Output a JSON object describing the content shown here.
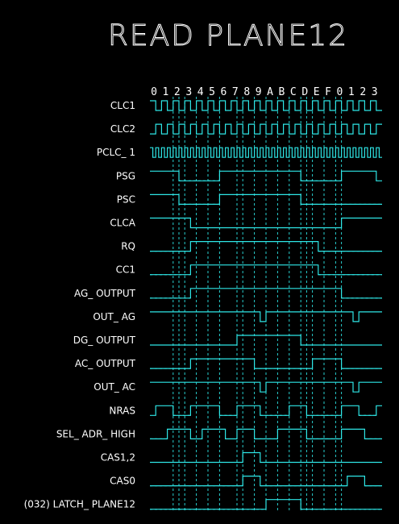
{
  "title": "READ PLANE12",
  "ticks": [
    "0",
    "1",
    "2",
    "3",
    "4",
    "5",
    "6",
    "7",
    "8",
    "9",
    "A",
    "B",
    "C",
    "D",
    "E",
    "F",
    "0",
    "1",
    "2",
    "3"
  ],
  "colors": {
    "wave": "#2ee6e6",
    "text": "#ffffff",
    "background": "#000000"
  },
  "signals": [
    {
      "name": "CLC1",
      "wave": [
        1,
        0,
        1,
        0,
        1,
        0,
        1,
        0,
        1,
        0,
        1,
        0,
        1,
        0,
        1,
        0,
        1,
        0,
        1,
        0,
        1,
        0,
        1,
        0,
        1,
        0,
        1,
        0,
        1,
        0,
        1,
        0,
        1,
        0,
        1,
        0,
        1,
        0,
        1,
        0
      ]
    },
    {
      "name": "CLC2",
      "wave": [
        0,
        1,
        0,
        1,
        0,
        1,
        0,
        1,
        0,
        1,
        0,
        1,
        0,
        1,
        0,
        1,
        0,
        1,
        0,
        1,
        0,
        1,
        0,
        1,
        0,
        1,
        0,
        1,
        0,
        1,
        0,
        1,
        0,
        1,
        0,
        1,
        0,
        1,
        0,
        1
      ]
    },
    {
      "name": "PCLC_ 1",
      "wave": "pclk"
    },
    {
      "name": "PSG",
      "wave": [
        1,
        1,
        1,
        1,
        1,
        0,
        0,
        0,
        0,
        0,
        0,
        0,
        1,
        1,
        1,
        1,
        1,
        1,
        1,
        1,
        1,
        1,
        1,
        1,
        1,
        1,
        0,
        0,
        0,
        0,
        0,
        0,
        0,
        1,
        1,
        1,
        1,
        1,
        1,
        0
      ]
    },
    {
      "name": "PSC",
      "wave": [
        1,
        1,
        1,
        1,
        1,
        0,
        0,
        0,
        0,
        0,
        0,
        0,
        1,
        1,
        1,
        1,
        1,
        1,
        1,
        1,
        1,
        1,
        1,
        1,
        1,
        1,
        0,
        0,
        0,
        0,
        0,
        0,
        0,
        0,
        0,
        0,
        0,
        0,
        0,
        0
      ]
    },
    {
      "name": "CLCA",
      "wave": [
        1,
        1,
        1,
        1,
        1,
        1,
        1,
        0,
        0,
        0,
        0,
        0,
        0,
        0,
        0,
        0,
        0,
        0,
        0,
        0,
        0,
        0,
        0,
        0,
        0,
        0,
        0,
        0,
        0,
        0,
        0,
        0,
        0,
        1,
        1,
        1,
        1,
        1,
        1,
        1
      ]
    },
    {
      "name": "RQ",
      "wave": [
        0,
        0,
        0,
        0,
        0,
        0,
        0,
        1,
        1,
        1,
        1,
        1,
        1,
        1,
        1,
        1,
        1,
        1,
        1,
        1,
        1,
        1,
        1,
        1,
        1,
        1,
        1,
        1,
        1,
        0,
        0,
        0,
        0,
        0,
        0,
        0,
        0,
        0,
        0,
        0
      ]
    },
    {
      "name": "CC1",
      "wave": [
        0,
        0,
        0,
        0,
        0,
        0,
        0,
        1,
        1,
        1,
        1,
        1,
        1,
        1,
        1,
        1,
        1,
        1,
        1,
        1,
        1,
        1,
        1,
        1,
        1,
        1,
        1,
        1,
        1,
        0,
        0,
        0,
        0,
        0,
        0,
        0,
        0,
        0,
        0,
        0
      ]
    },
    {
      "name": "AG_ OUTPUT",
      "wave": [
        0,
        0,
        0,
        0,
        0,
        0,
        0,
        1,
        1,
        1,
        1,
        1,
        1,
        1,
        1,
        1,
        1,
        1,
        1,
        1,
        1,
        1,
        1,
        1,
        1,
        1,
        1,
        1,
        1,
        1,
        1,
        1,
        1,
        0,
        0,
        0,
        0,
        0,
        0,
        0
      ]
    },
    {
      "name": "OUT_ AG",
      "wave": [
        1,
        1,
        1,
        1,
        1,
        1,
        1,
        1,
        1,
        1,
        1,
        1,
        1,
        1,
        1,
        1,
        1,
        1,
        1,
        0,
        1,
        1,
        1,
        1,
        1,
        1,
        1,
        1,
        1,
        1,
        1,
        1,
        1,
        1,
        1,
        0,
        1,
        1,
        1,
        1
      ]
    },
    {
      "name": "DG_ OUTPUT",
      "wave": [
        0,
        0,
        0,
        0,
        0,
        0,
        0,
        0,
        0,
        0,
        0,
        0,
        0,
        0,
        0,
        1,
        1,
        1,
        1,
        1,
        1,
        1,
        1,
        1,
        1,
        1,
        0,
        0,
        0,
        0,
        0,
        0,
        0,
        0,
        0,
        0,
        0,
        0,
        0,
        0
      ]
    },
    {
      "name": "AC_ OUTPUT",
      "wave": [
        0,
        0,
        0,
        0,
        0,
        0,
        0,
        1,
        1,
        1,
        1,
        1,
        1,
        1,
        1,
        1,
        1,
        1,
        0,
        0,
        0,
        0,
        0,
        0,
        0,
        0,
        0,
        0,
        1,
        1,
        1,
        1,
        1,
        0,
        0,
        0,
        0,
        0,
        0,
        0
      ]
    },
    {
      "name": "OUT_ AC",
      "wave": [
        1,
        1,
        1,
        1,
        1,
        1,
        1,
        1,
        1,
        1,
        1,
        1,
        1,
        1,
        1,
        1,
        1,
        1,
        1,
        0,
        1,
        1,
        1,
        1,
        1,
        1,
        1,
        1,
        1,
        1,
        1,
        1,
        1,
        1,
        1,
        0,
        1,
        1,
        1,
        1
      ]
    },
    {
      "name": "NRAS",
      "wave": [
        0,
        1,
        1,
        1,
        0,
        0,
        0,
        1,
        1,
        1,
        1,
        1,
        0,
        0,
        0,
        1,
        1,
        1,
        1,
        0,
        0,
        0,
        0,
        0,
        1,
        1,
        1,
        0,
        0,
        0,
        0,
        0,
        0,
        1,
        1,
        1,
        0,
        0,
        0,
        1
      ]
    },
    {
      "name": "SEL_ ADR_ HIGH",
      "wave": [
        0,
        0,
        0,
        1,
        1,
        1,
        1,
        0,
        0,
        1,
        1,
        1,
        1,
        0,
        0,
        1,
        1,
        1,
        0,
        0,
        0,
        0,
        1,
        1,
        1,
        1,
        1,
        0,
        0,
        0,
        0,
        0,
        0,
        1,
        1,
        1,
        1,
        0,
        0,
        0
      ]
    },
    {
      "name": "CAS1,2",
      "wave": [
        0,
        0,
        0,
        0,
        0,
        0,
        0,
        0,
        0,
        0,
        0,
        0,
        0,
        0,
        0,
        0,
        1,
        1,
        1,
        0,
        0,
        0,
        0,
        0,
        0,
        0,
        0,
        0,
        0,
        0,
        0,
        0,
        0,
        0,
        0,
        0,
        0,
        0,
        0,
        0
      ]
    },
    {
      "name": "CAS0",
      "wave": [
        0,
        0,
        0,
        0,
        0,
        0,
        0,
        0,
        0,
        0,
        0,
        0,
        0,
        0,
        0,
        0,
        1,
        1,
        1,
        0,
        0,
        0,
        0,
        0,
        0,
        0,
        0,
        0,
        0,
        0,
        0,
        0,
        0,
        0,
        1,
        1,
        1,
        0,
        0,
        0
      ]
    },
    {
      "name": "(032) LATCH_ PLANE12",
      "wave": [
        0,
        0,
        0,
        0,
        0,
        0,
        0,
        0,
        0,
        0,
        0,
        0,
        0,
        0,
        0,
        0,
        0,
        0,
        0,
        0,
        1,
        1,
        1,
        1,
        1,
        1,
        0,
        0,
        0,
        0,
        0,
        0,
        0,
        0,
        0,
        0,
        0,
        0,
        0,
        0
      ]
    }
  ],
  "guides": [
    4,
    5,
    6,
    8,
    10,
    12,
    15,
    16,
    18,
    20,
    22,
    24,
    26,
    27,
    28,
    30,
    32,
    33
  ]
}
